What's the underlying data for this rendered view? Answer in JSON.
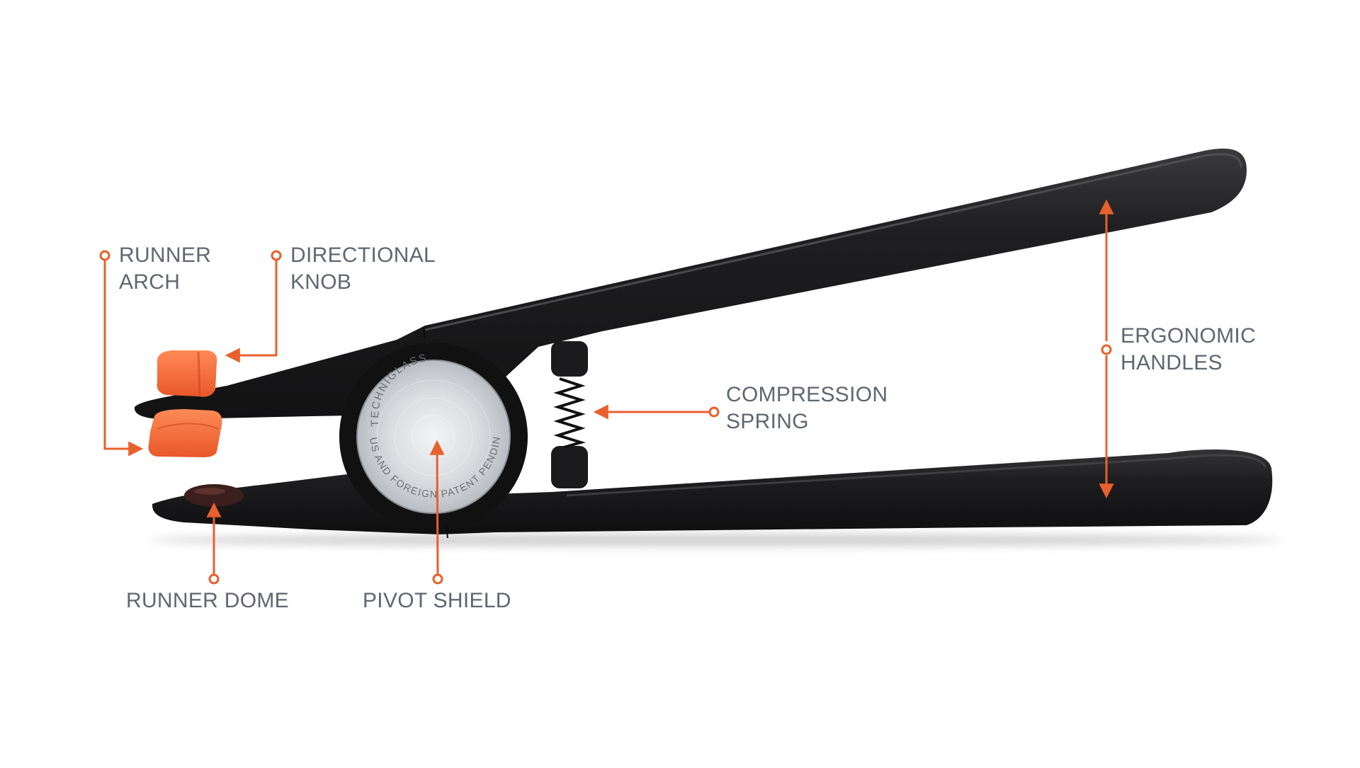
{
  "colors": {
    "accent": "#e8602c",
    "label_text": "#5f6670",
    "tool_body": "#1c1c1e",
    "runner": "#f26b3a",
    "pivot_disc": "#d9dcdf"
  },
  "engraving": {
    "brand": "TECHNIGLASS",
    "patent": "US AND FOREIGN PATENT PENDING"
  },
  "callouts": {
    "runner_arch": {
      "line1": "RUNNER",
      "line2": "ARCH"
    },
    "directional_knob": {
      "line1": "DIRECTIONAL",
      "line2": "KNOB"
    },
    "compression_spring": {
      "line1": "COMPRESSION",
      "line2": "SPRING"
    },
    "ergonomic_handles": {
      "line1": "ERGONOMIC",
      "line2": "HANDLES"
    },
    "runner_dome": {
      "line1": "RUNNER DOME"
    },
    "pivot_shield": {
      "line1": "PIVOT SHIELD"
    }
  }
}
